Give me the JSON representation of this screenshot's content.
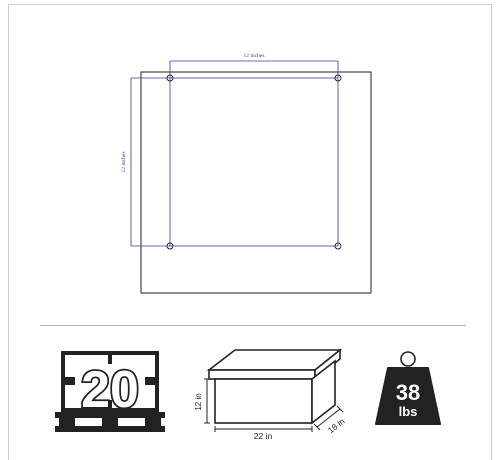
{
  "drawing": {
    "top_dimension": "12 inches",
    "side_dimension": "12 inches"
  },
  "icons": {
    "pallet_count": "20",
    "box_height": "12 in",
    "box_length": "22 in",
    "box_width": "18 in",
    "weight_value": "38",
    "weight_unit": "lbs"
  },
  "colors": {
    "dimension_line": "#3b3b9e",
    "outline": "#222222"
  }
}
